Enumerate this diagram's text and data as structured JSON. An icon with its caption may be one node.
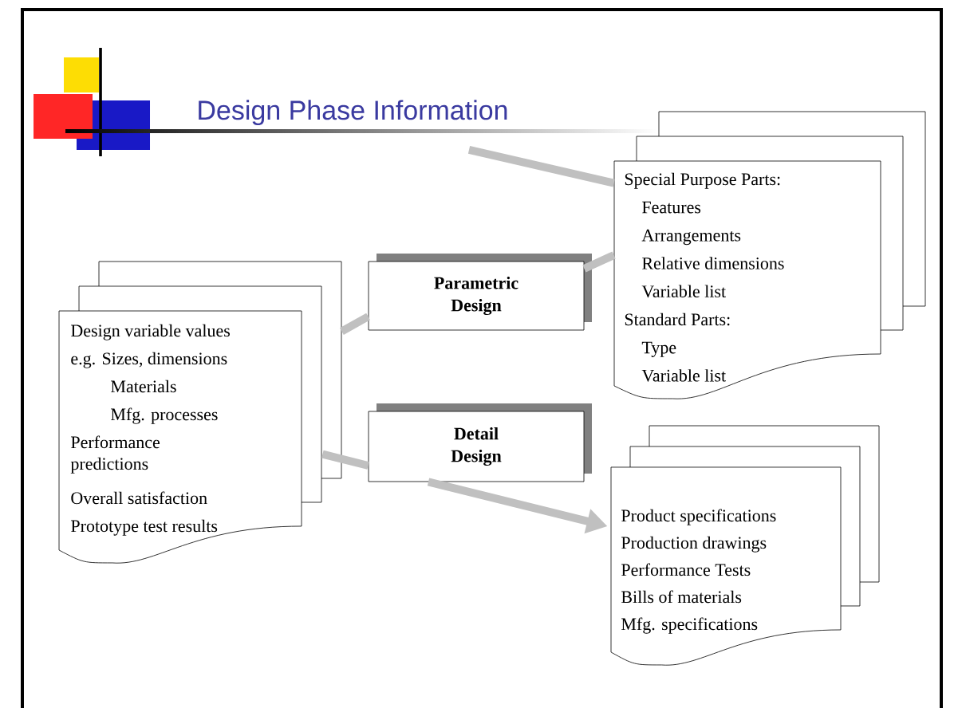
{
  "diagram": {
    "title": "Design Phase Information",
    "nodes": [
      {
        "text": [
          "Design variable values",
          "e.g. Sizes, dimensions",
          "Materials",
          "Mfg. processes",
          "Performance predictions",
          "Overall satisfaction",
          "Prototype test results"
        ]
      },
      {
        "text": [
          "Parametric Design"
        ]
      },
      {
        "text": [
          "Detail Design"
        ]
      },
      {
        "text": [
          "Special Purpose Parts:",
          "Features",
          "Arrangements",
          "Relative dimensions",
          "Variable list",
          "Standard Parts:",
          "Type",
          "Variable list"
        ]
      },
      {
        "text": [
          "Product specifications",
          "Production drawings",
          "Performance Tests",
          "Bills of materials",
          "Mfg. specifications"
        ]
      }
    ],
    "edges": [
      {
        "from": null,
        "to": 3,
        "arrow": "none"
      },
      {
        "from": 0,
        "to": 1,
        "arrow": "none"
      },
      {
        "from": 1,
        "to": 3,
        "arrow": "none"
      },
      {
        "from": 0,
        "to": 2,
        "arrow": "none"
      },
      {
        "from": 2,
        "to": 4,
        "arrow": "to"
      }
    ]
  }
}
